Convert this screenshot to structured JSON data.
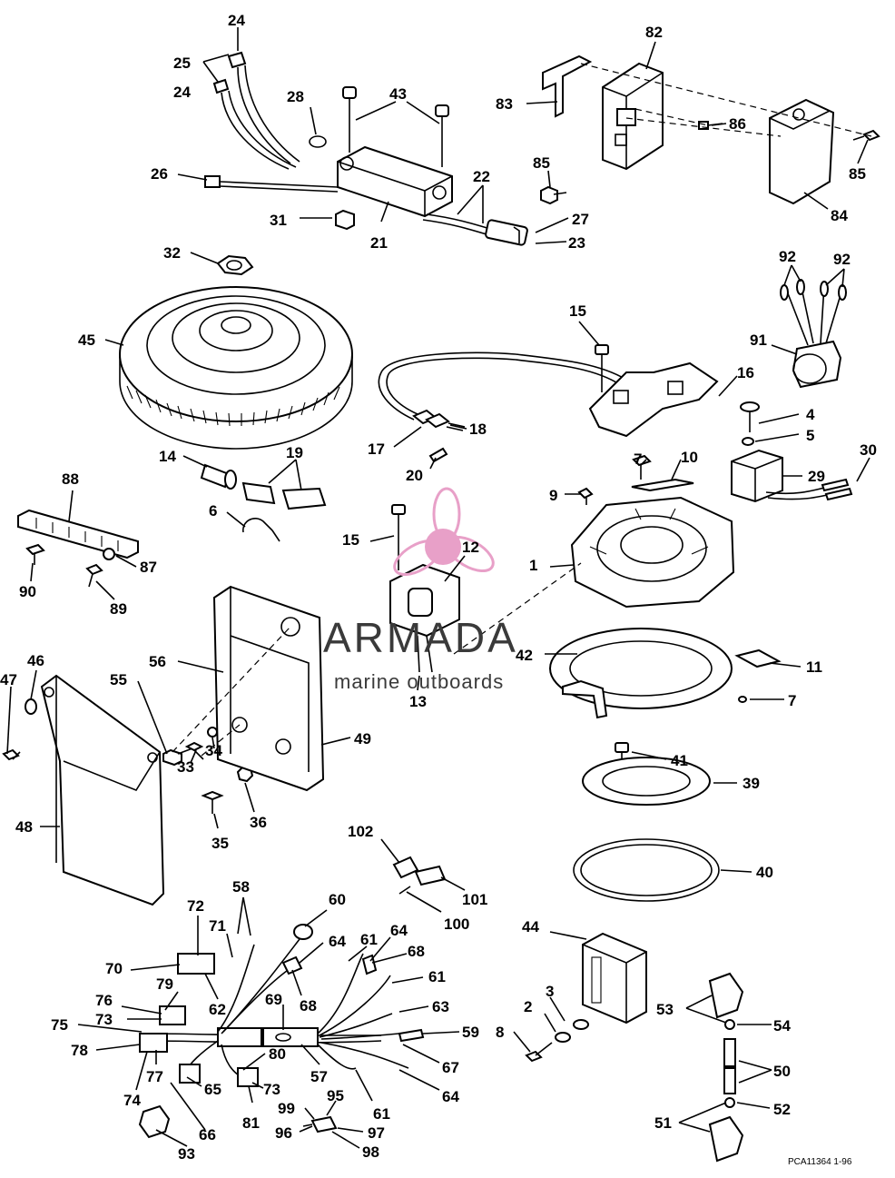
{
  "diagram": {
    "callouts": [
      "24",
      "25",
      "24",
      "28",
      "43",
      "82",
      "83",
      "86",
      "85",
      "84",
      "26",
      "31",
      "21",
      "22",
      "27",
      "23",
      "85",
      "32",
      "92",
      "92",
      "45",
      "91",
      "15",
      "16",
      "4",
      "5",
      "30",
      "18",
      "17",
      "20",
      "29",
      "14",
      "19",
      "7",
      "10",
      "9",
      "6",
      "88",
      "15",
      "12",
      "1",
      "90",
      "87",
      "89",
      "42",
      "11",
      "13",
      "7",
      "47",
      "46",
      "55",
      "56",
      "33",
      "34",
      "49",
      "41",
      "39",
      "48",
      "35",
      "36",
      "40",
      "102",
      "101",
      "100",
      "58",
      "60",
      "72",
      "71",
      "64",
      "61",
      "64",
      "44",
      "70",
      "68",
      "68",
      "61",
      "79",
      "62",
      "3",
      "76",
      "73",
      "69",
      "63",
      "53",
      "54",
      "75",
      "59",
      "2",
      "8",
      "78",
      "80",
      "57",
      "67",
      "50",
      "74",
      "77",
      "73",
      "65",
      "64",
      "81",
      "95",
      "61",
      "52",
      "99",
      "97",
      "51",
      "96",
      "66",
      "98",
      "93"
    ],
    "figure_code": "PCA11364   1-96",
    "watermark": {
      "brand": "ARMADA",
      "subtitle": "marine outboards",
      "accent_color": "#e8a0c8"
    }
  }
}
